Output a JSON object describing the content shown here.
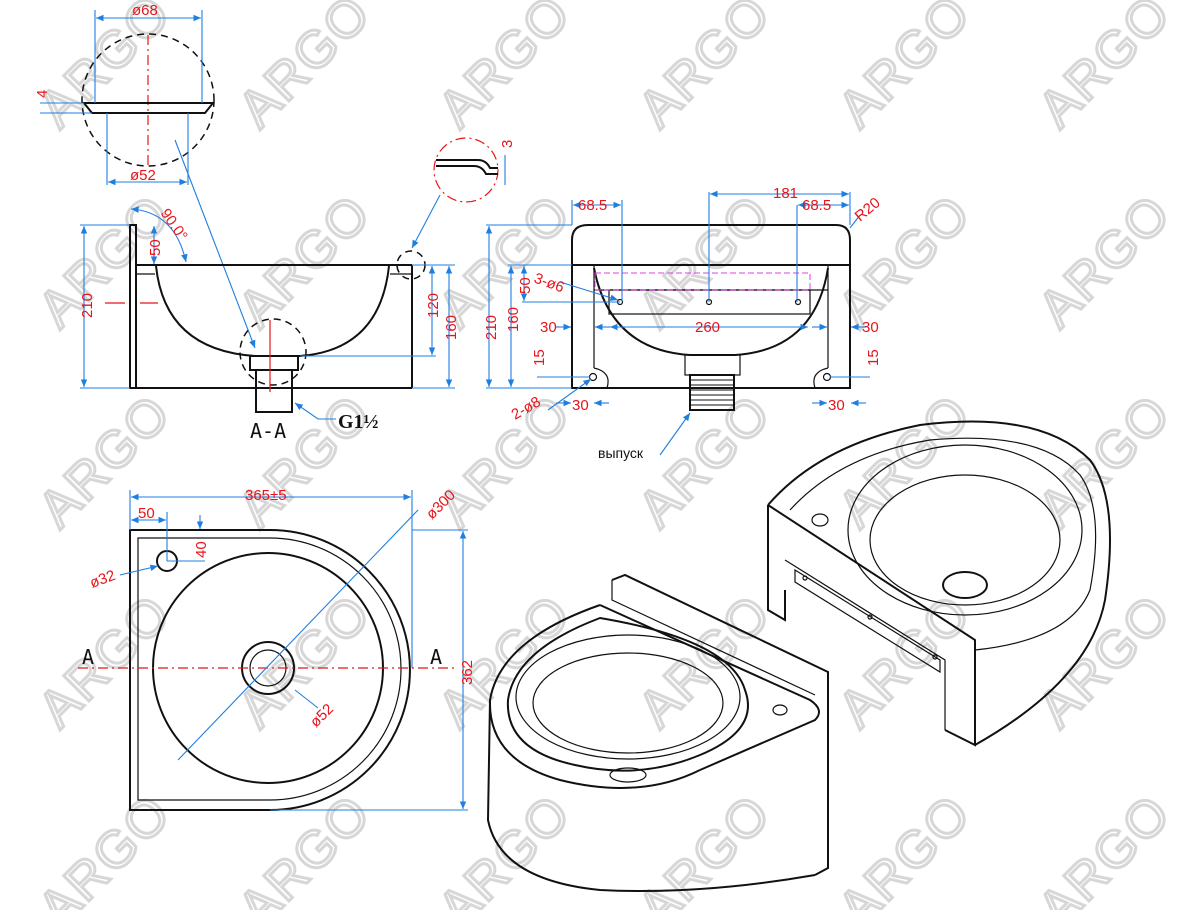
{
  "watermark": "ARGO",
  "detail_top": {
    "dia_top": "ø68",
    "dia_bottom": "ø52",
    "thickness": "4"
  },
  "detail_lip": {
    "height": "3"
  },
  "section": {
    "title": "A-A",
    "height_total": "210",
    "backsplash": "50",
    "angle": "90.0°",
    "bowl_depth": "120",
    "body_height": "160",
    "thread": "G1½"
  },
  "front": {
    "width_181": "181",
    "hole_left_offset": "68.5",
    "hole_right_offset": "68.5",
    "radius": "R20",
    "height_total": "210",
    "height_body": "160",
    "hole_height": "50",
    "holes_small": "3-ø6",
    "side_left": "30",
    "span": "260",
    "side_right": "30",
    "lower_hole_height_left": "15",
    "lower_hole_height_right": "15",
    "holes_large": "2-ø8",
    "lower_offset_left": "30",
    "lower_offset_right": "30",
    "outlet": "выпуск"
  },
  "plan": {
    "width": "365±5",
    "hole_x": "50",
    "hole_y": "40",
    "hole_dia": "ø32",
    "bowl_dia": "ø300",
    "drain_dia": "ø52",
    "depth": "362",
    "section_left": "A",
    "section_right": "A"
  }
}
